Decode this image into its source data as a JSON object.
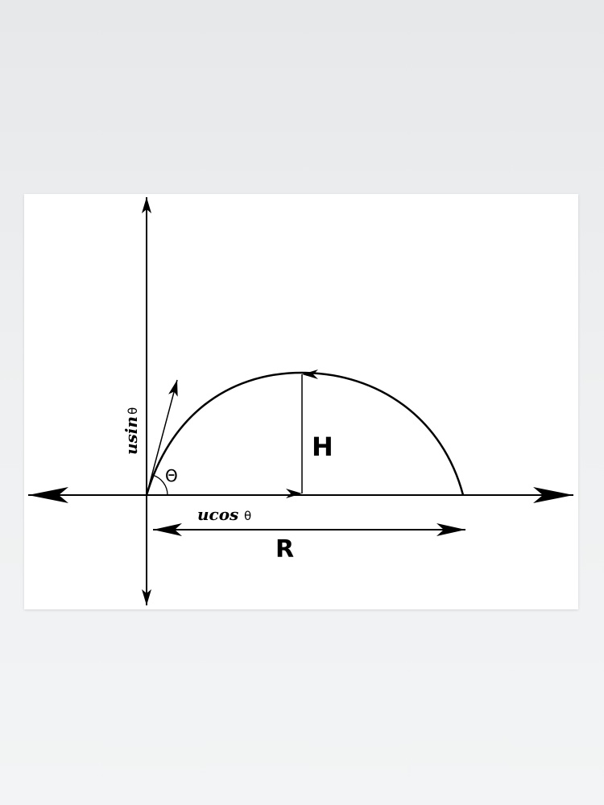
{
  "diagram": {
    "labels": {
      "max_height": "H",
      "range": "R",
      "vertical_component": "usin",
      "horizontal_component": "ucos",
      "angle": "θ",
      "angle_symbol_large": "Θ"
    },
    "colors": {
      "ink": "#000000",
      "paper": "#ffffff"
    }
  }
}
